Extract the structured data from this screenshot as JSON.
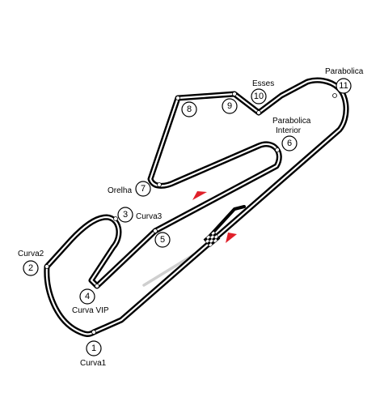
{
  "circuit": {
    "colors": {
      "track": "#000000",
      "track_center": "#ffffff",
      "pit_lane": "#cfcfcf",
      "direction_arrow": "#e0202a"
    },
    "start_finish_icon": "chequered-flag-icon",
    "direction_icon": "red-triangle-arrow-icon",
    "turns": [
      {
        "number": "1",
        "label": "Curva1"
      },
      {
        "number": "2",
        "label": "Curva2"
      },
      {
        "number": "3",
        "label": "Curva3"
      },
      {
        "number": "4",
        "label": "Curva VIP"
      },
      {
        "number": "5",
        "label": ""
      },
      {
        "number": "6",
        "label": "Parabolica Interior"
      },
      {
        "number": "7",
        "label": "Orelha"
      },
      {
        "number": "8",
        "label": ""
      },
      {
        "number": "9",
        "label": ""
      },
      {
        "number": "10",
        "label": "Esses"
      },
      {
        "number": "11",
        "label": "Parabolica"
      }
    ],
    "label_lines": {
      "parabolica_interior_line1": "Parabolica",
      "parabolica_interior_line2": "Interior"
    }
  }
}
